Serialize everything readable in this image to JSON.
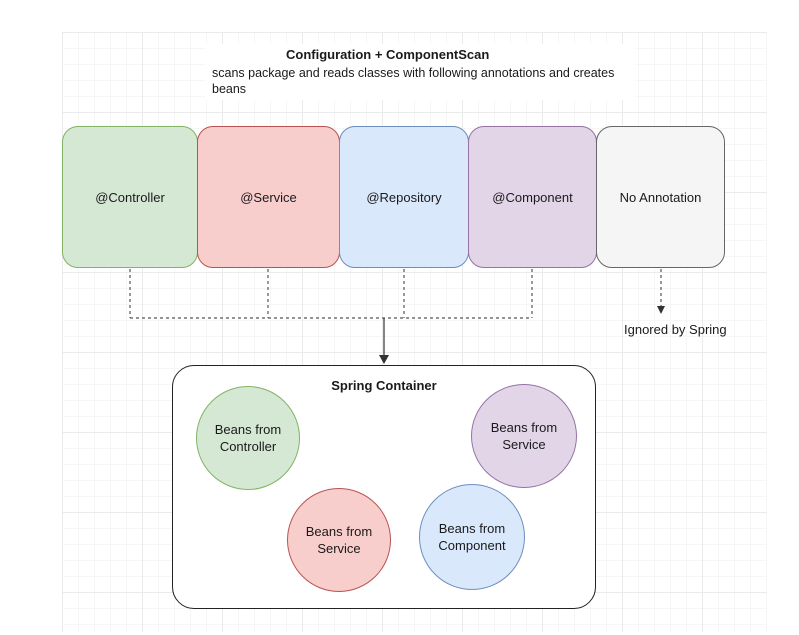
{
  "header": {
    "title": "Configuration + ComponentScan",
    "description": "scans package and reads classes with following annotations and creates beans"
  },
  "annotations": [
    {
      "label": "@Controller",
      "fill": "#d5e8d4",
      "stroke": "#82b366"
    },
    {
      "label": "@Service",
      "fill": "#f8cecc",
      "stroke": "#b85450"
    },
    {
      "label": "@Repository",
      "fill": "#dae8fc",
      "stroke": "#6c8ebf"
    },
    {
      "label": "@Component",
      "fill": "#e1d5e7",
      "stroke": "#9673a6"
    },
    {
      "label": "No Annotation",
      "fill": "#f5f5f5",
      "stroke": "#666666"
    }
  ],
  "ignored_label": "Ignored by Spring",
  "container": {
    "title": "Spring Container",
    "beans": [
      {
        "label": "Beans from\nController",
        "fill": "#d5e8d4",
        "stroke": "#82b366"
      },
      {
        "label": "Beans from\nService",
        "fill": "#e1d5e7",
        "stroke": "#9673a6"
      },
      {
        "label": "Beans from\nService",
        "fill": "#f8cecc",
        "stroke": "#b85450"
      },
      {
        "label": "Beans from\nComponent",
        "fill": "#dae8fc",
        "stroke": "#6c8ebf"
      }
    ]
  }
}
